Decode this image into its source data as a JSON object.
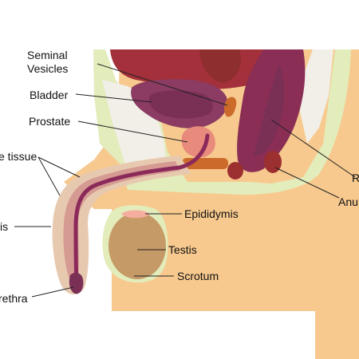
{
  "labels": {
    "seminal_vesicles_1": "Seminal",
    "seminal_vesicles_2": "Vesicles",
    "bladder": "Bladder",
    "prostate": "Prostate",
    "erectile_tissue": "e tissue",
    "penis": "is",
    "urethra": "rethra",
    "epididymis": "Epididymis",
    "testis": "Testis",
    "scrotum": "Scrotum",
    "rectum": "R",
    "anus": "Anu"
  },
  "colors": {
    "skin": "#f7c98e",
    "skin_dark": "#f2b877",
    "fat_layer": "#e3ecbb",
    "pelvic_bone": "#f2efe8",
    "bladder_wall": "#8c3b62",
    "bladder_inner": "#7a2f55",
    "organ_red": "#8e2e2e",
    "intestine": "#a3303a",
    "prostate": "#e88a7c",
    "vesicle": "#cc6a2c",
    "penis_tissue": "#e7c9b0",
    "corpora": "#d59a92",
    "urethra": "#8b2a5a",
    "testis": "#c59a66",
    "epididymis": "#f5ad9f",
    "rectum": "#8a2e55",
    "anus_tissue": "#9c2f2f"
  }
}
